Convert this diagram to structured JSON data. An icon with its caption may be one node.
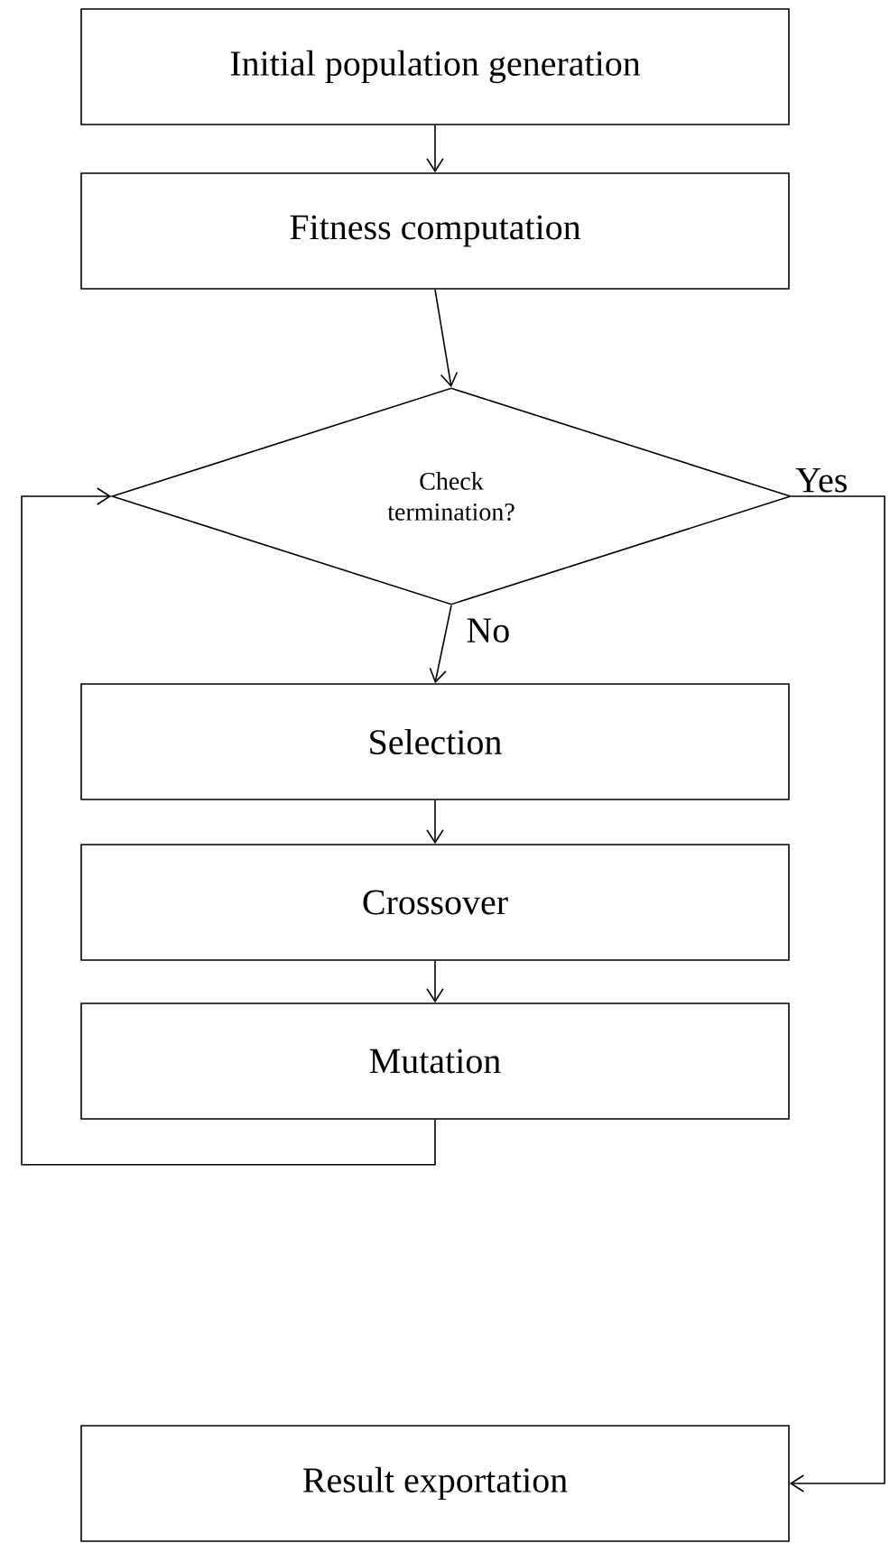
{
  "diagram": {
    "nodes": [
      {
        "text": [
          "Initial population generation"
        ]
      },
      {
        "text": [
          "Fitness computation"
        ]
      },
      {
        "text": [
          "Check termination?"
        ]
      },
      {
        "text": [
          "Selection"
        ]
      },
      {
        "text": [
          "Crossover"
        ]
      },
      {
        "text": [
          "Mutation"
        ]
      },
      {
        "text": [
          "Result exportation"
        ]
      }
    ],
    "edges": [
      {
        "from": 0,
        "to": 1,
        "arrow": "to"
      },
      {
        "from": 1,
        "to": 2,
        "arrow": "to"
      },
      {
        "from": 2,
        "to": 3,
        "arrow": "to",
        "label": "No"
      },
      {
        "from": 3,
        "to": 4,
        "arrow": "to"
      },
      {
        "from": 4,
        "to": 5,
        "arrow": "to"
      },
      {
        "from": 5,
        "to": 2,
        "arrow": "to"
      },
      {
        "from": 2,
        "to": 6,
        "arrow": "to",
        "label": "Yes"
      }
    ]
  }
}
